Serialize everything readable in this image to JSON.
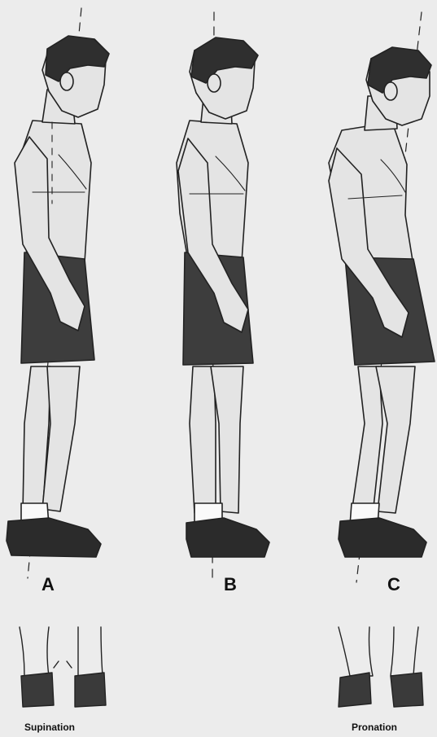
{
  "figures": [
    {
      "id": "A",
      "label": "A",
      "caption": "Supination",
      "foot_roll": "outward"
    },
    {
      "id": "B",
      "label": "B",
      "caption": "",
      "foot_roll": "none"
    },
    {
      "id": "C",
      "label": "C",
      "caption": "Pronation",
      "foot_roll": "inward"
    }
  ],
  "colors": {
    "skin": "#e4e4e4",
    "shorts": "#3d3d3d",
    "shoes": "#2b2b2b",
    "ink": "#222222",
    "background": "#ececec"
  }
}
